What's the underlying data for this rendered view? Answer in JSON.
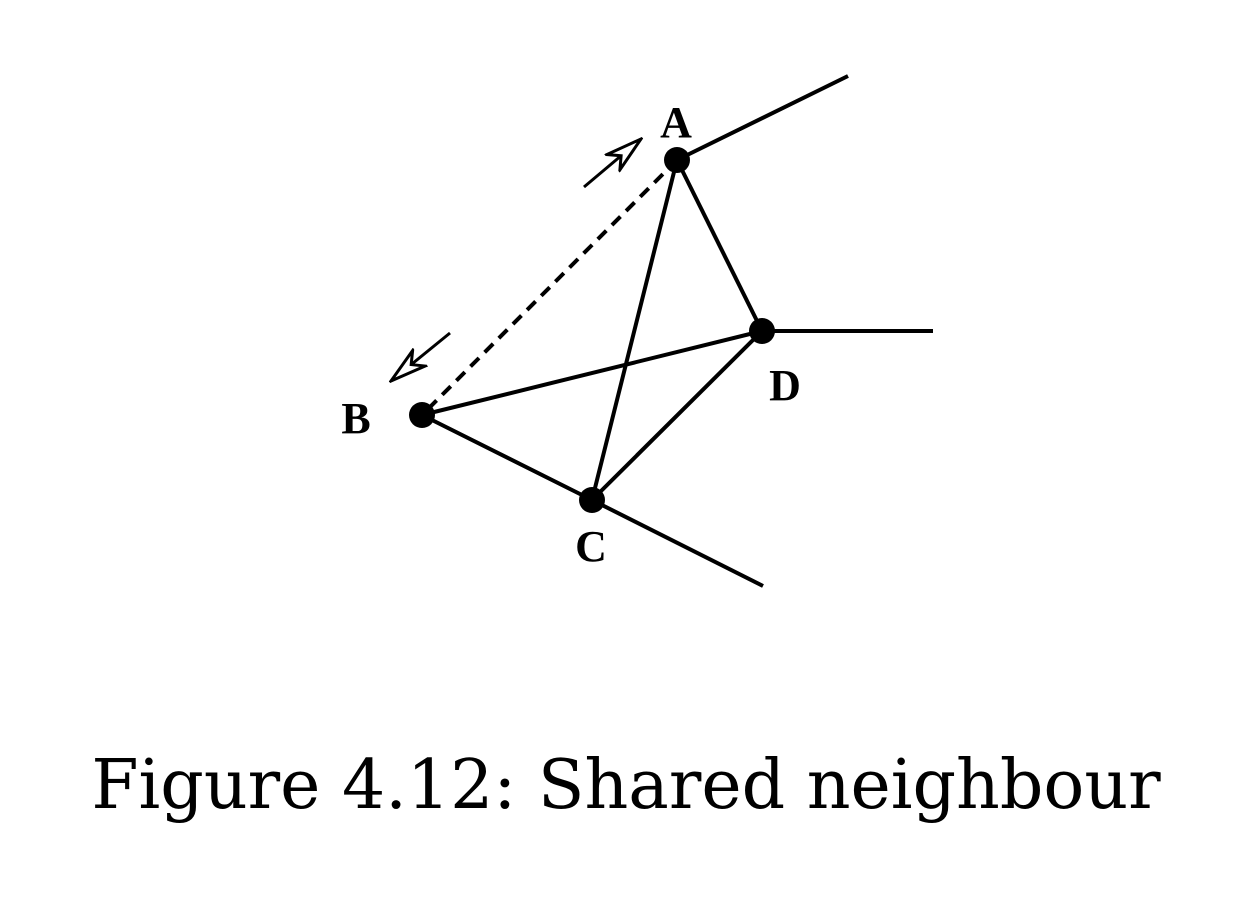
{
  "figure": {
    "caption": "Figure 4.12: Shared neighbour",
    "nodes": [
      {
        "id": "A",
        "label": "A"
      },
      {
        "id": "B",
        "label": "B"
      },
      {
        "id": "C",
        "label": "C"
      },
      {
        "id": "D",
        "label": "D"
      }
    ],
    "edges": [
      {
        "from": "A",
        "to": "C",
        "style": "solid"
      },
      {
        "from": "A",
        "to": "D",
        "style": "solid"
      },
      {
        "from": "B",
        "to": "D",
        "style": "solid"
      },
      {
        "from": "B",
        "to": "C",
        "style": "solid"
      },
      {
        "from": "C",
        "to": "D",
        "style": "solid"
      },
      {
        "from": "A",
        "to": "B",
        "style": "dashed"
      }
    ],
    "stroke_color": "#000000",
    "background_color": "#ffffff"
  }
}
